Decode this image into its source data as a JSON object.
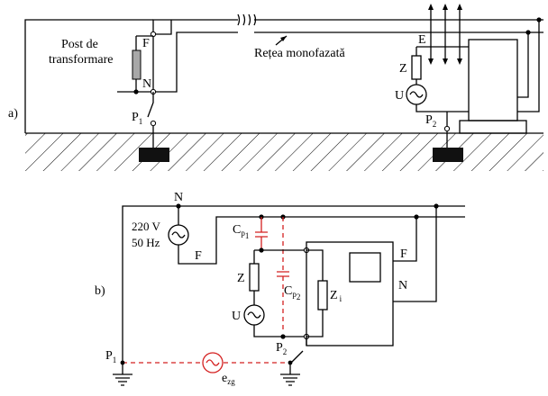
{
  "diagram_a": {
    "label": "a)",
    "station_label_line1": "Post de",
    "station_label_line2": "transformare",
    "phase_label": "F",
    "neutral_label": "N",
    "earth_label": "E",
    "network_label": "Rețea monofazată",
    "impedance_label": "Z",
    "source_label": "U",
    "ground_point_1": "P",
    "ground_point_1_sub": "1",
    "ground_point_2": "P",
    "ground_point_2_sub": "2"
  },
  "diagram_b": {
    "label": "b)",
    "neutral_label": "N",
    "voltage_label": "220 V",
    "frequency_label": "50 Hz",
    "phase_label": "F",
    "cap1_label": "C",
    "cap1_sub": "p",
    "cap1_sub2": "1",
    "cap2_label": "C",
    "cap2_sub": "p",
    "cap2_sub2": "2",
    "impedance_label": "Z",
    "source_label": "U",
    "internal_impedance_label": "Z",
    "internal_impedance_sub": "i",
    "right_phase_label": "F",
    "right_neutral_label": "N",
    "ground_point_1": "P",
    "ground_point_1_sub": "1",
    "ground_point_2": "P",
    "ground_point_2_sub": "2",
    "noise_source_label": "e",
    "noise_source_sub": "zg"
  },
  "colors": {
    "wire": "#000000",
    "parasitic": "#d42020",
    "ground_hatch": "#000000"
  }
}
